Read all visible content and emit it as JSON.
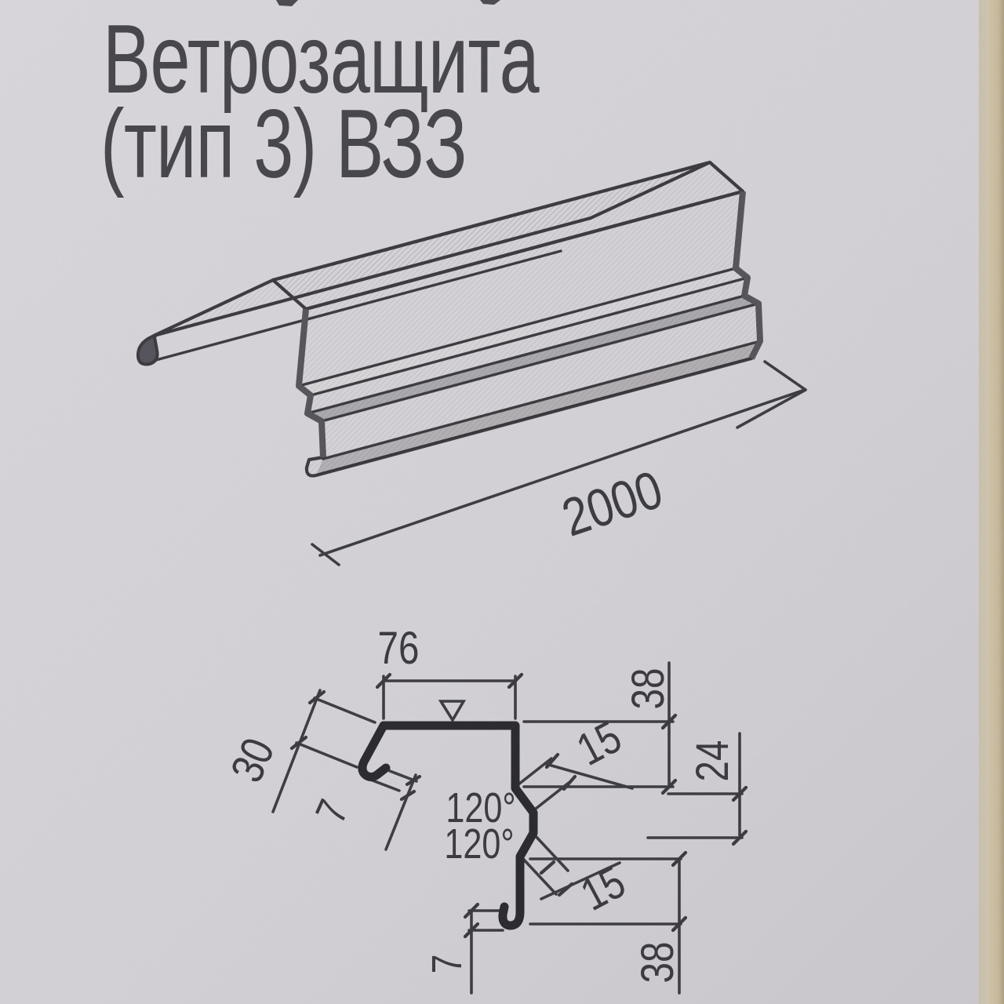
{
  "title": {
    "line1": "Ветрозащита",
    "line2": "(тип 3) ВЗЗ"
  },
  "iso": {
    "length": "2000"
  },
  "section": {
    "top_width": "76",
    "flange_length": "30",
    "flange_hem": "7",
    "upper_height": "38",
    "upper_step": "15",
    "step_height": "24",
    "angle_upper": "120°",
    "angle_lower": "120°",
    "lower_step": "15",
    "lower_height": "38",
    "bottom_hem": "7"
  },
  "colors": {
    "paper": "#d3d1d5",
    "page_edge": "#cdc2a9",
    "ink": "#39383c",
    "metal": "#8b898d"
  }
}
